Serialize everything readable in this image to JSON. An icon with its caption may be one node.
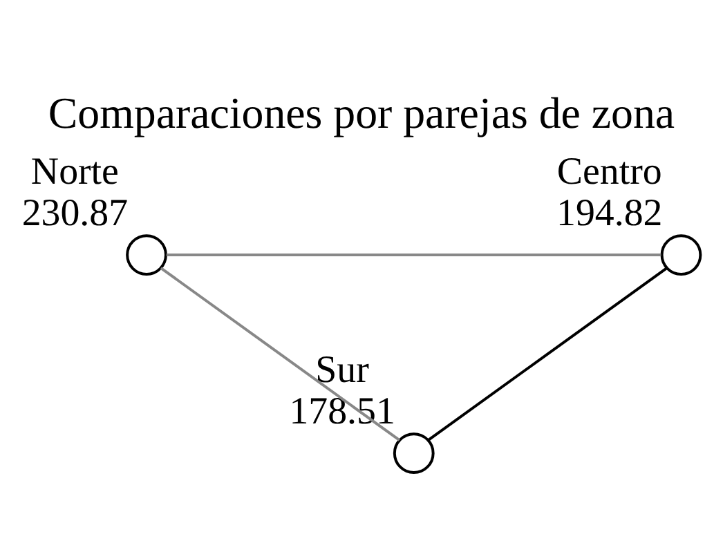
{
  "diagram": {
    "title": "Comparaciones por parejas de zona",
    "nodes": [
      {
        "text": [],
        "shape": "circle",
        "beside": [
          "Norte",
          "230.87"
        ]
      },
      {
        "text": [],
        "shape": "circle",
        "beside": [
          "Centro",
          "194.82"
        ]
      },
      {
        "text": [],
        "shape": "circle",
        "beside": [
          "Sur",
          "178.51"
        ]
      }
    ],
    "edges": [
      {
        "from": 0,
        "to": 1,
        "arrow": "none"
      },
      {
        "from": 0,
        "to": 2,
        "arrow": "none"
      },
      {
        "from": 1,
        "to": 2,
        "arrow": "none",
        "color": "#000000"
      }
    ]
  }
}
